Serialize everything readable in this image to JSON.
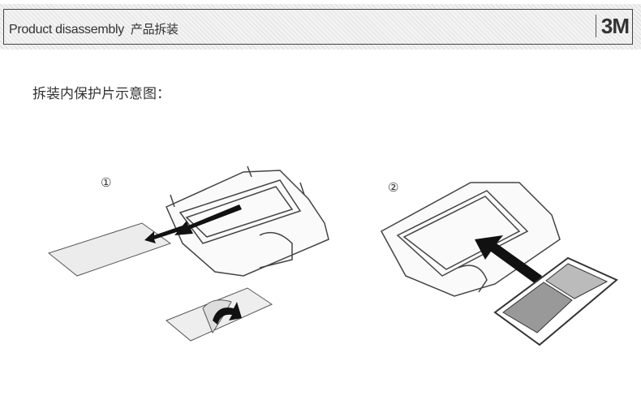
{
  "header": {
    "title_en": "Product disassembly",
    "title_cn": "产品拆装",
    "logo": "3M"
  },
  "subtitle": "拆装内保护片示意图：",
  "steps": [
    {
      "number": "①"
    },
    {
      "number": "②"
    }
  ]
}
